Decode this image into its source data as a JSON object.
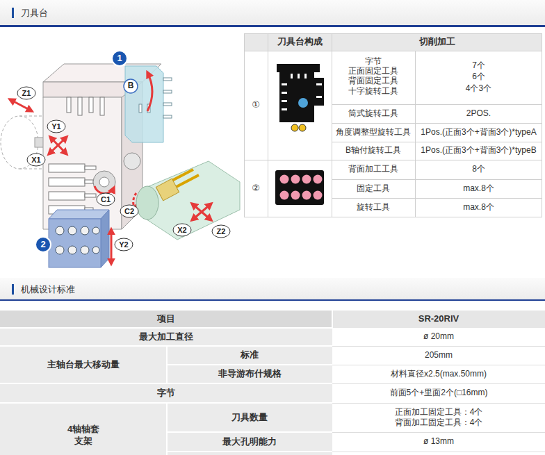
{
  "diagram": {
    "title": "刀具台",
    "labels": [
      "1",
      "Z1",
      "B",
      "Y1",
      "X1",
      "C1",
      "C2",
      "X2",
      "Z2",
      "2",
      "Y2",
      "刀具台构成",
      "切削加工",
      "①",
      "字节",
      "正面固定工具",
      "背面固定工具",
      "十字旋转工具",
      "7个",
      "6个",
      "4个3个",
      "筒式旋转工具",
      "2POS.",
      "角度调整型旋转工具",
      "1Pos.(正面3个+背面3个)*typeA",
      "B轴付旋转工具",
      "1Pos.(正面3个+背面3个)*typeB",
      "②",
      "背面加工工具",
      "8个",
      "固定工具",
      "max.8个",
      "旋转工具",
      "max.8个",
      "机械设计标准",
      "项目",
      "SR-20RIV",
      "最大加工直径",
      "ø 20mm",
      "主轴台最大移动量",
      "标准",
      "205mm",
      "非导游布什规格",
      "材料直径x2.5(max.50mm)",
      "字节",
      "前面5个+里面2个(□16mm)",
      "4轴轴套",
      "支架",
      "刀具数量",
      "正面加工固定工具：4个",
      "背面加工固定工具：4个",
      "最大孔明能力",
      "ø 13mm"
    ]
  }
}
